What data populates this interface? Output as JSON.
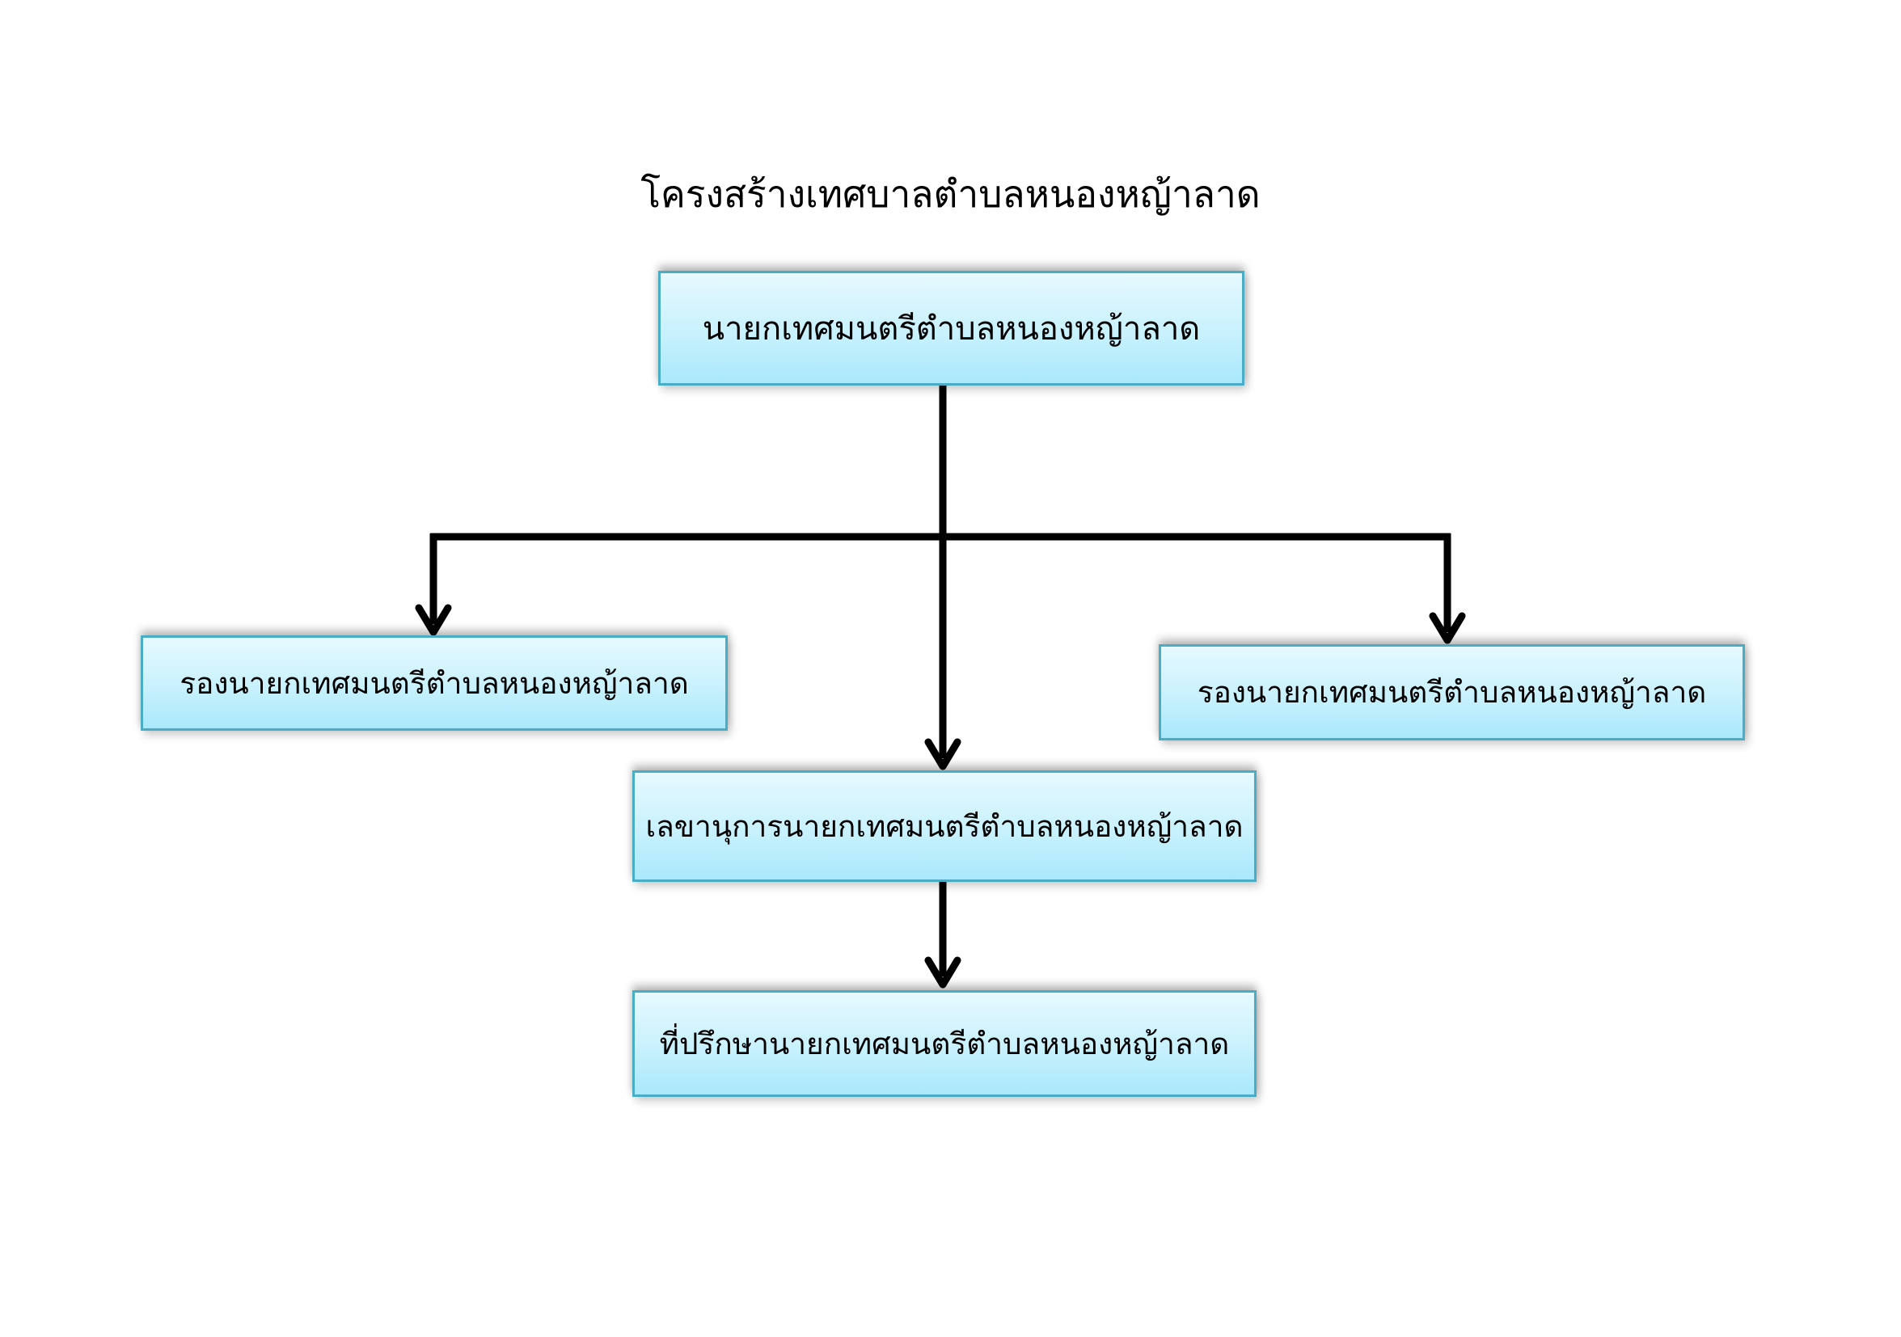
{
  "title": "โครงสร้างเทศบาลตำบลหนองหญ้าลาด",
  "nodes": {
    "mayor": "นายกเทศมนตรีตำบลหนองหญ้าลาด",
    "deputy_left": "รองนายกเทศมนตรีตำบลหนองหญ้าลาด",
    "deputy_right": "รองนายกเทศมนตรีตำบลหนองหญ้าลาด",
    "secretary": "เลขานุการนายกเทศมนตรีตำบลหนองหญ้าลาด",
    "advisor": "ที่ปรึกษานายกเทศมนตรีตำบลหนองหญ้าลาด"
  },
  "colors": {
    "box_border": "#4bacc6",
    "box_fill_top": "#e6f9fe",
    "box_fill_bottom": "#a9e8fb",
    "connector": "#000000"
  }
}
